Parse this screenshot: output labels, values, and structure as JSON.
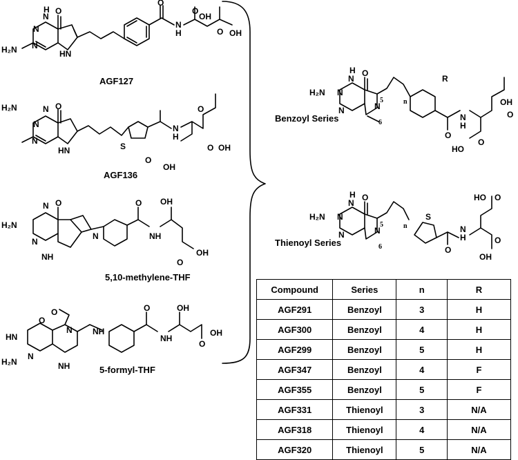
{
  "labels": {
    "agf127": "AGF127",
    "agf136": "AGF136",
    "methylene_thf": "5,10-methylene-THF",
    "formyl_thf": "5-formyl-THF",
    "benzoyl_series": "Benzoyl Series",
    "thienoyl_series": "Thienoyl Series"
  },
  "atoms": {
    "h2n": "H₂N",
    "n": "N",
    "h": "H",
    "hn": "HN",
    "nh": "NH",
    "o": "O",
    "oh": "OH",
    "ho": "HO",
    "s": "S",
    "r": "R",
    "five": "5",
    "six": "6",
    "n_index": "n"
  },
  "table": {
    "headers": [
      "Compound",
      "Series",
      "n",
      "R"
    ],
    "rows": [
      [
        "AGF291",
        "Benzoyl",
        "3",
        "H"
      ],
      [
        "AGF300",
        "Benzoyl",
        "4",
        "H"
      ],
      [
        "AGF299",
        "Benzoyl",
        "5",
        "H"
      ],
      [
        "AGF347",
        "Benzoyl",
        "4",
        "F"
      ],
      [
        "AGF355",
        "Benzoyl",
        "5",
        "F"
      ],
      [
        "AGF331",
        "Thienoyl",
        "3",
        "N/A"
      ],
      [
        "AGF318",
        "Thienoyl",
        "4",
        "N/A"
      ],
      [
        "AGF320",
        "Thienoyl",
        "5",
        "N/A"
      ]
    ]
  }
}
